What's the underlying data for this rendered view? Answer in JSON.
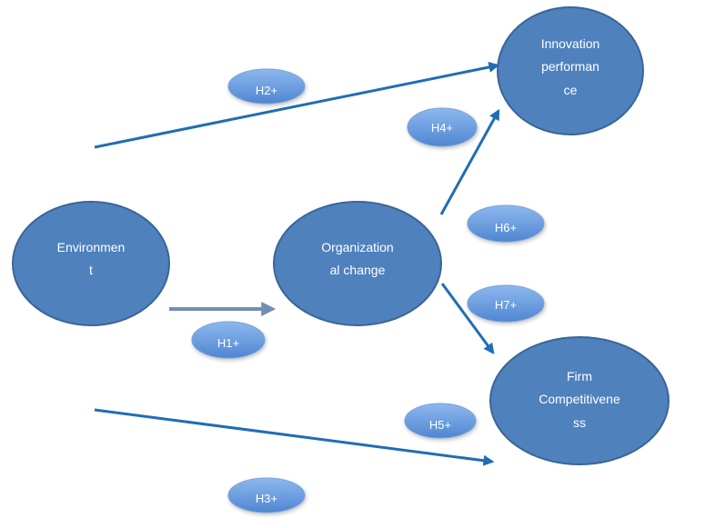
{
  "nodes": {
    "environment": {
      "lines": [
        "Environmen",
        "t"
      ]
    },
    "organizational_change": {
      "lines": [
        "Organization",
        "al change"
      ]
    },
    "innovation_performance": {
      "lines": [
        "Innovation",
        "performan",
        "ce"
      ]
    },
    "firm_competitiveness": {
      "lines": [
        "Firm",
        "Competitivene",
        "ss"
      ]
    }
  },
  "hypotheses": {
    "h1": "H1+",
    "h2": "H2+",
    "h3": "H3+",
    "h4": "H4+",
    "h5": "H5+",
    "h6": "H6+",
    "h7": "H7+"
  },
  "colors": {
    "node_fill": "#4f81bd",
    "badge_fill": "#6a9ee0",
    "arrow": "#1f6db5"
  }
}
